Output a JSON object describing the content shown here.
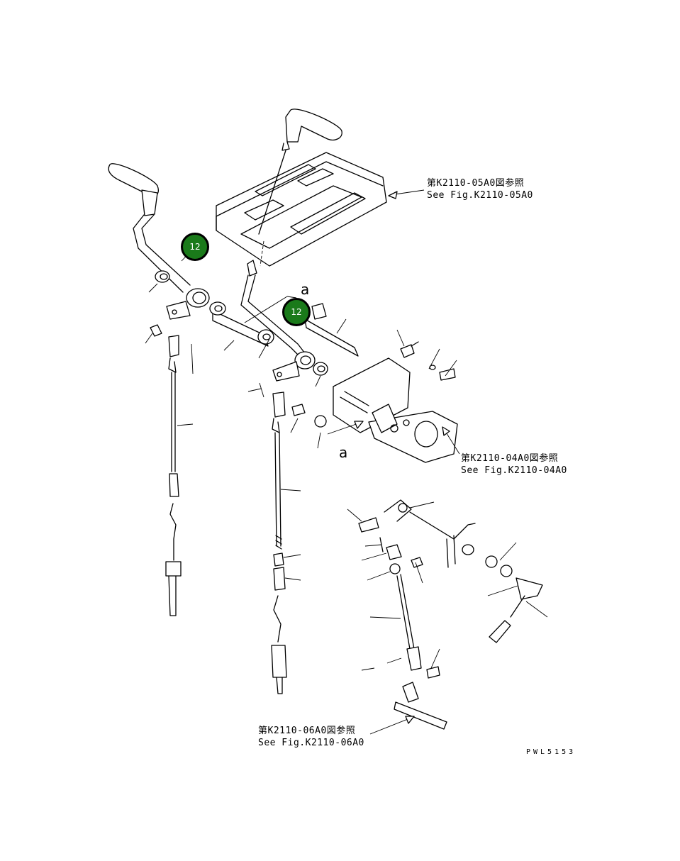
{
  "callouts": [
    {
      "label": "12"
    },
    {
      "label": "12"
    }
  ],
  "references": {
    "console": {
      "line1": "第K2110-05A0図参照",
      "line2": "See Fig.K2110-05A0"
    },
    "bracket": {
      "line1": "第K2110-04A0図参照",
      "line2": "See Fig.K2110-04A0"
    },
    "pedal": {
      "line1": "第K2110-06A0図参照",
      "line2": "See Fig.K2110-06A0"
    }
  },
  "view_marks": {
    "top": "a",
    "bottom": "a"
  },
  "drawing_code": "PWL5153"
}
